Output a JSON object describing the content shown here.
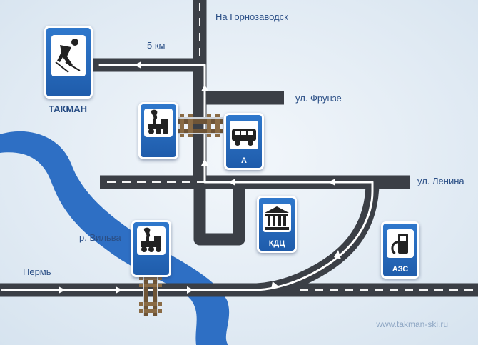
{
  "labels": {
    "gornozavodsk": "На Горнозаводск",
    "distance": "5 км",
    "frunze": "ул. Фрунзе",
    "lenina": "ул. Ленина",
    "vilva": "р. Вильва",
    "perm": "Пермь",
    "takman": "ТАКМАН",
    "website": "www.takman-ski.ru"
  },
  "signs": {
    "ski": {
      "icon": "skier-icon"
    },
    "train_top": {
      "icon": "steam-locomotive-icon"
    },
    "train_bottom": {
      "icon": "steam-locomotive-icon"
    },
    "bus": {
      "icon": "bus-icon",
      "caption": "А"
    },
    "kdc": {
      "icon": "building-columns-icon",
      "caption": "КДЦ"
    },
    "azs": {
      "icon": "fuel-pump-icon",
      "caption": "АЗС"
    }
  },
  "colors": {
    "road": "#3b3f46",
    "river": "#2e6fc4",
    "background": "#dfe9f2",
    "sign_blue": "#2568ba",
    "label_text": "#2b4f86"
  }
}
